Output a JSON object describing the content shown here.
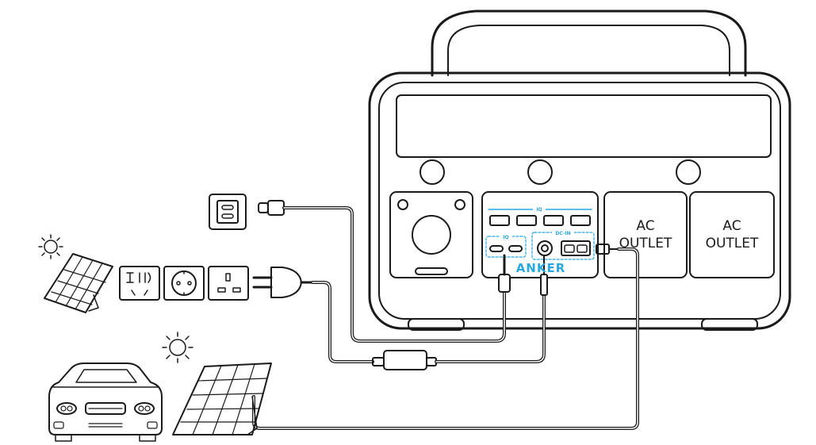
{
  "diagram": {
    "outlets": [
      {
        "line1": "AC",
        "line2": "OUTLET"
      },
      {
        "line1": "AC",
        "line2": "OUTLET"
      }
    ],
    "usb_a_group_label": "IQ",
    "usb_c_group_label": "IQ",
    "dc_in_label": "DC-IN",
    "brand": "ANKER",
    "colors": {
      "line": "#1a1a1a",
      "accent": "#2aa8e0",
      "panel_fill": "#ffffff"
    },
    "icons": [
      "sun-icon",
      "sun-icon",
      "solar-panel-icon",
      "solar-panel-icon",
      "car-icon",
      "usb-c-wall-charger-icon",
      "universal-socket-icon",
      "schuko-socket-icon",
      "uk-socket-icon",
      "ac-plug-icon",
      "power-adapter-brick-icon"
    ]
  }
}
